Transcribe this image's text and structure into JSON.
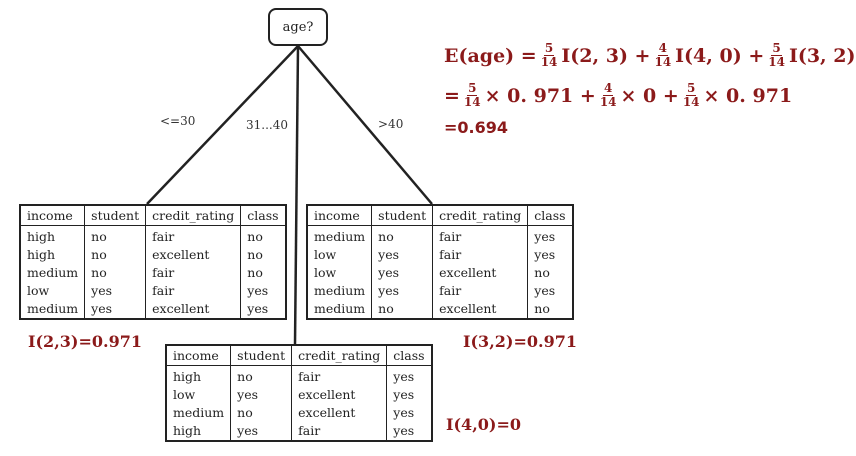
{
  "tree": {
    "root_label": "age?",
    "branches": [
      "<=30",
      "31...40",
      ">40"
    ]
  },
  "tables": [
    {
      "headers": [
        "income",
        "student",
        "credit_rating",
        "class"
      ],
      "rows": [
        [
          "high",
          "no",
          "fair",
          "no"
        ],
        [
          "high",
          "no",
          "excellent",
          "no"
        ],
        [
          "medium",
          "no",
          "fair",
          "no"
        ],
        [
          "low",
          "yes",
          "fair",
          "yes"
        ],
        [
          "medium",
          "yes",
          "excellent",
          "yes"
        ]
      ],
      "info": "I(2,3)=0.971"
    },
    {
      "headers": [
        "income",
        "student",
        "credit_rating",
        "class"
      ],
      "rows": [
        [
          "high",
          "no",
          "fair",
          "yes"
        ],
        [
          "low",
          "yes",
          "excellent",
          "yes"
        ],
        [
          "medium",
          "no",
          "excellent",
          "yes"
        ],
        [
          "high",
          "yes",
          "fair",
          "yes"
        ]
      ],
      "info": "I(4,0)=0"
    },
    {
      "headers": [
        "income",
        "student",
        "credit_rating",
        "class"
      ],
      "rows": [
        [
          "medium",
          "no",
          "fair",
          "yes"
        ],
        [
          "low",
          "yes",
          "fair",
          "yes"
        ],
        [
          "low",
          "yes",
          "excellent",
          "no"
        ],
        [
          "medium",
          "yes",
          "fair",
          "yes"
        ],
        [
          "medium",
          "no",
          "excellent",
          "no"
        ]
      ],
      "info": "I(3,2)=0.971"
    }
  ],
  "formula": {
    "line1": {
      "lhs": "E(age) =",
      "f1_num": "5",
      "f1_den": "14",
      "t1": "I(2, 3) +",
      "f2_num": "4",
      "f2_den": "14",
      "t2": "I(4, 0) +",
      "f3_num": "5",
      "f3_den": "14",
      "t3": "I(3, 2)"
    },
    "line2": {
      "lead": "=",
      "f1_num": "5",
      "f1_den": "14",
      "t1": "× 0. 971 +",
      "f2_num": "4",
      "f2_den": "14",
      "t2": "× 0 +",
      "f3_num": "5",
      "f3_den": "14",
      "t3": "× 0. 971"
    },
    "result": "=0.694"
  },
  "colors": {
    "formula": "#8b1a1a",
    "lines": "#222222"
  }
}
